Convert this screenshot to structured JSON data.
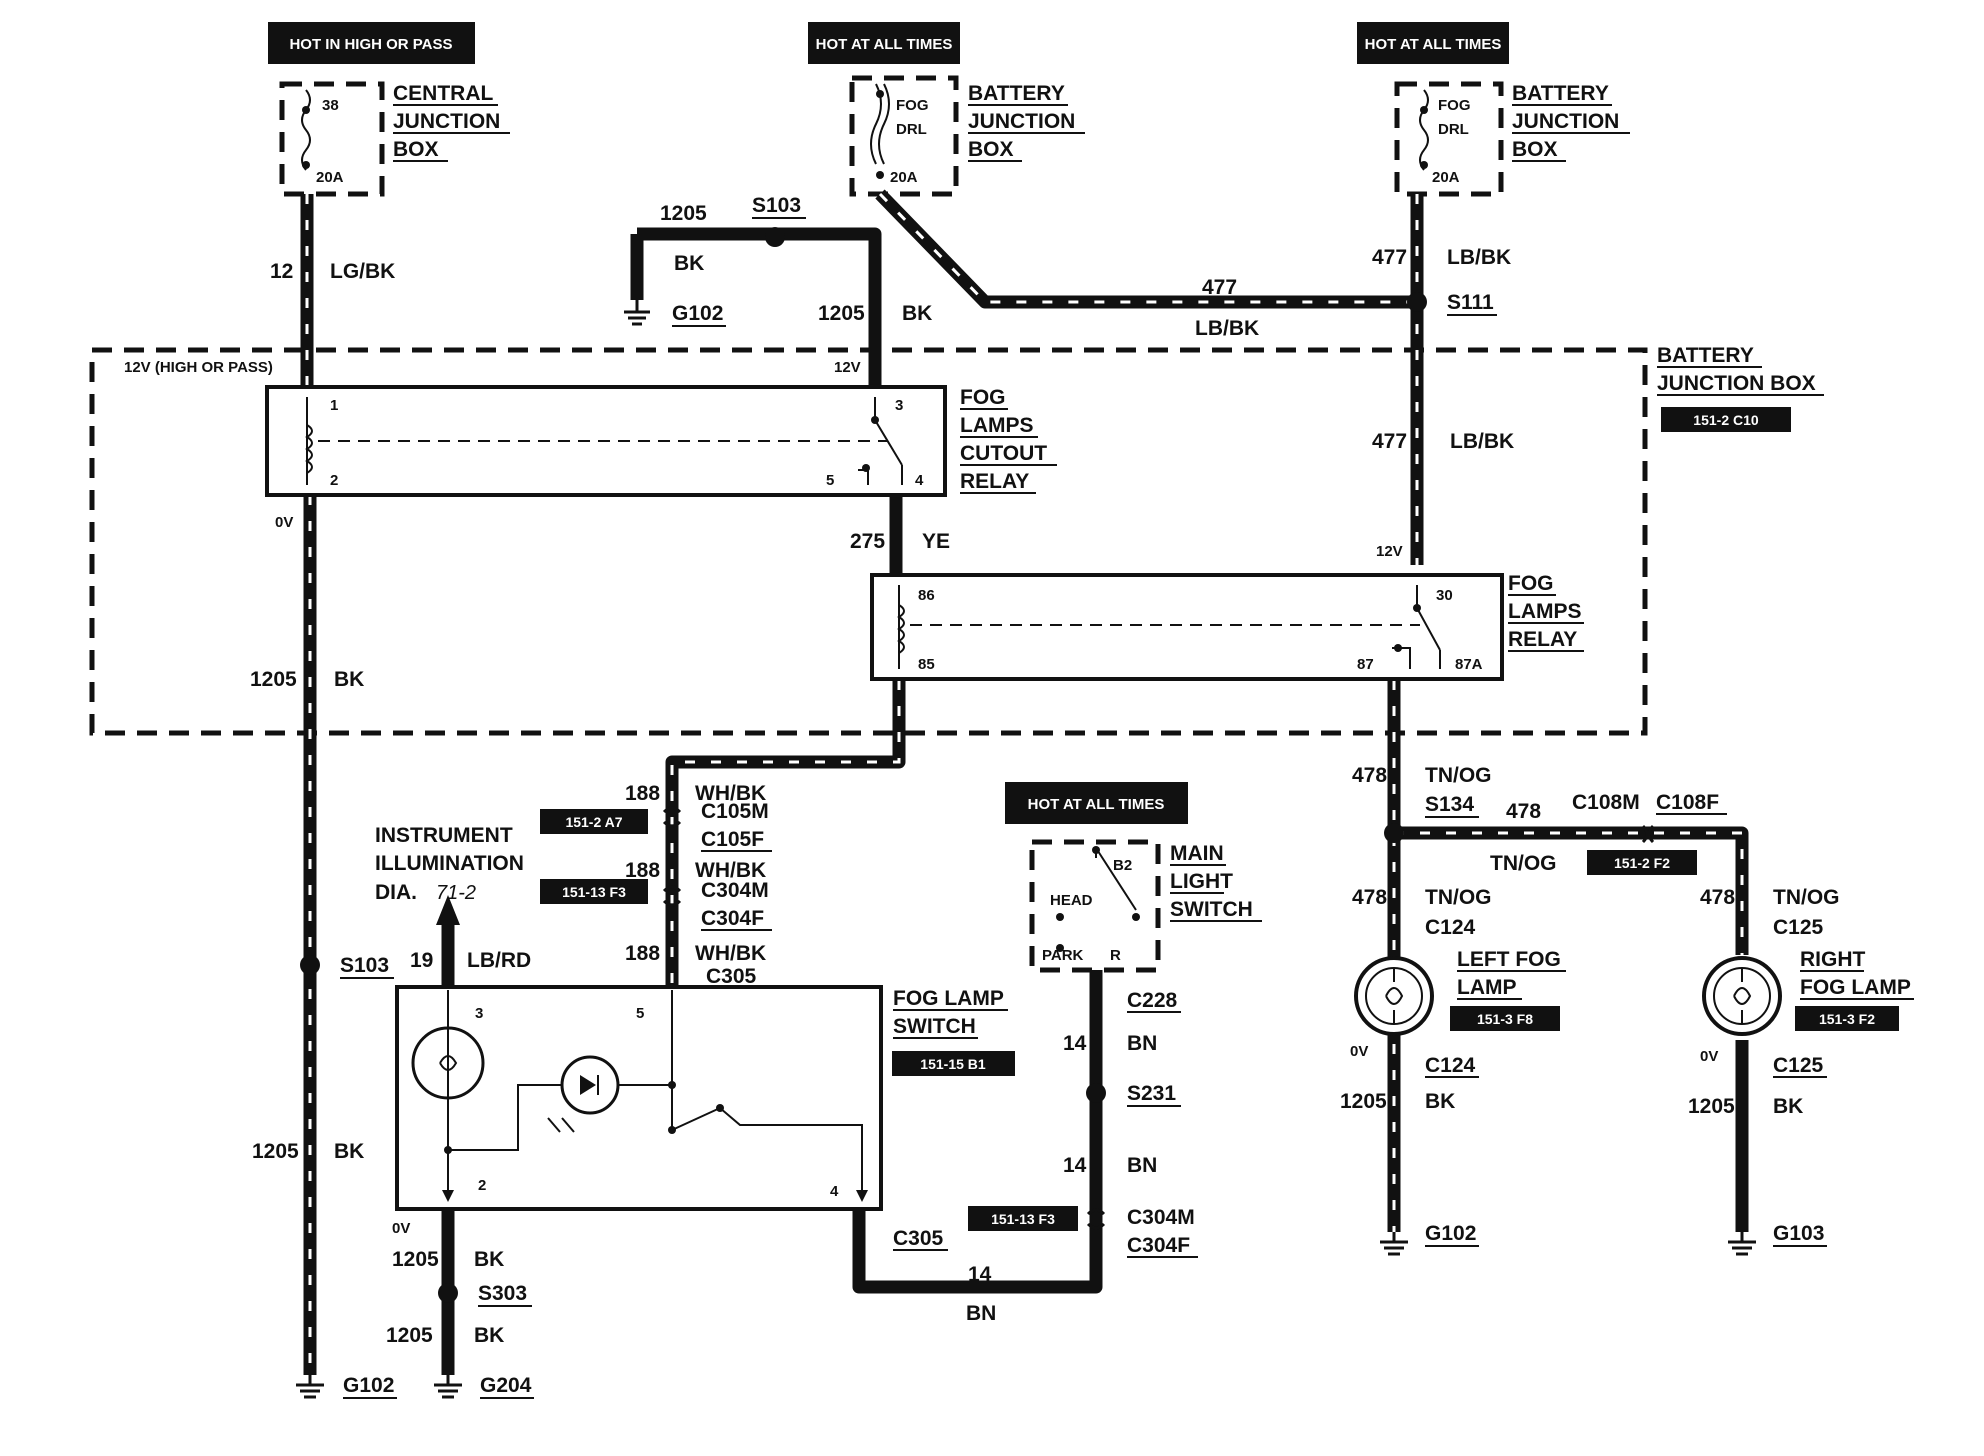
{
  "headers": {
    "central_hot": "HOT IN HIGH OR PASS",
    "bjb_hot_1": "HOT AT ALL TIMES",
    "bjb_hot_2": "HOT AT ALL TIMES",
    "switch_hot": "HOT AT ALL TIMES"
  },
  "fuses": {
    "central": {
      "number": "38",
      "rating": "20A",
      "name": [
        "CENTRAL",
        "JUNCTION",
        "BOX"
      ]
    },
    "bjb_1": {
      "line1": "FOG",
      "line2": "DRL",
      "rating": "20A",
      "name": [
        "BATTERY",
        "JUNCTION",
        "BOX"
      ]
    },
    "bjb_2": {
      "line1": "FOG",
      "line2": "DRL",
      "rating": "20A",
      "name": [
        "BATTERY",
        "JUNCTION",
        "BOX"
      ]
    }
  },
  "bjb_enclosure": {
    "name": [
      "BATTERY",
      "JUNCTION BOX"
    ],
    "ref": "151-2 C10",
    "v_left": "12V (HIGH OR PASS)",
    "v_mid": "12V",
    "v_right": "12V"
  },
  "cutout_relay": {
    "name": [
      "FOG",
      "LAMPS",
      "CUTOUT",
      "RELAY"
    ],
    "pins": [
      "1",
      "2",
      "3",
      "4",
      "5"
    ],
    "v_out": "0V"
  },
  "fog_relay": {
    "name": [
      "FOG",
      "LAMPS",
      "RELAY"
    ],
    "pins": [
      "86",
      "85",
      "30",
      "87",
      "87A"
    ]
  },
  "wires": {
    "w12": {
      "num": "12",
      "color": "LG/BK"
    },
    "w1205_top": {
      "num": "1205",
      "color": "BK"
    },
    "w1205_drop": {
      "num": "1205",
      "color": "BK"
    },
    "w477_diag": {
      "num": "477",
      "color": "LB/BK"
    },
    "w477_top": {
      "num": "477",
      "color": "LB/BK"
    },
    "w477_mid": {
      "num": "477",
      "color": "LB/BK"
    },
    "w275": {
      "num": "275",
      "color": "YE"
    },
    "w1205_left_a": {
      "num": "1205",
      "color": "BK"
    },
    "w1205_left_b": {
      "num": "1205",
      "color": "BK"
    },
    "w188_a": {
      "num": "188",
      "color": "WH/BK"
    },
    "w188_b": {
      "num": "188",
      "color": "WH/BK"
    },
    "w188_c": {
      "num": "188",
      "color": "WH/BK"
    },
    "w19": {
      "num": "19",
      "color": "LB/RD"
    },
    "w1205_sw_a": {
      "num": "1205",
      "color": "BK"
    },
    "w1205_sw_b": {
      "num": "1205",
      "color": "BK"
    },
    "w14_a": {
      "num": "14",
      "color": "BN"
    },
    "w14_b": {
      "num": "14",
      "color": "BN"
    },
    "w14_c": {
      "num": "14",
      "color": "BN"
    },
    "w478_a": {
      "num": "478",
      "color": "TN/OG"
    },
    "w478_h": {
      "num": "478",
      "color": "TN/OG"
    },
    "w478_l": {
      "num": "478",
      "color": "TN/OG"
    },
    "w478_r": {
      "num": "478",
      "color": "TN/OG"
    },
    "w1205_fl": {
      "num": "1205",
      "color": "BK"
    },
    "w1205_fr": {
      "num": "1205",
      "color": "BK"
    }
  },
  "splices": {
    "s103_top": "S103",
    "s111": "S111",
    "s103_left": "S103",
    "s303": "S303",
    "s231": "S231",
    "s134": "S134"
  },
  "grounds": {
    "g102_top": "G102",
    "g102_bot": "G102",
    "g204": "G204",
    "g102_fl": "G102",
    "g103": "G103"
  },
  "connectors": {
    "c105m": "C105M",
    "c105f": "C105F",
    "c304m": "C304M",
    "c304f": "C304F",
    "c305_a": "C305",
    "c305_b": "C305",
    "c228": "C228",
    "c304m_b": "C304M",
    "c304f_b": "C304F",
    "c108m": "C108M",
    "c108f": "C108F",
    "c124_a": "C124",
    "c124_b": "C124",
    "c125_a": "C125",
    "c125_b": "C125"
  },
  "refs": {
    "r_a7": "151-2 A7",
    "r_f3": "151-13 F3",
    "r_b1": "151-15 B1",
    "r_f3b": "151-13 F3",
    "r_f2": "151-2 F2",
    "r_f8": "151-3 F8",
    "r_f2b": "151-3 F2"
  },
  "instrument": {
    "lines": [
      "INSTRUMENT",
      "ILLUMINATION",
      "DIA."
    ],
    "dia_ref": "71-2"
  },
  "fog_switch": {
    "name": [
      "FOG LAMP",
      "SWITCH"
    ],
    "pins": [
      "3",
      "5",
      "2",
      "4"
    ],
    "v_out": "0V"
  },
  "main_switch": {
    "name": [
      "MAIN",
      "LIGHT",
      "SWITCH"
    ],
    "b2": "B2",
    "head": "HEAD",
    "park": "PARK",
    "r": "R"
  },
  "left_lamp": {
    "name": [
      "LEFT FOG",
      "LAMP"
    ],
    "v_out": "0V"
  },
  "right_lamp": {
    "name": [
      "RIGHT",
      "FOG LAMP"
    ],
    "v_out": "0V"
  }
}
